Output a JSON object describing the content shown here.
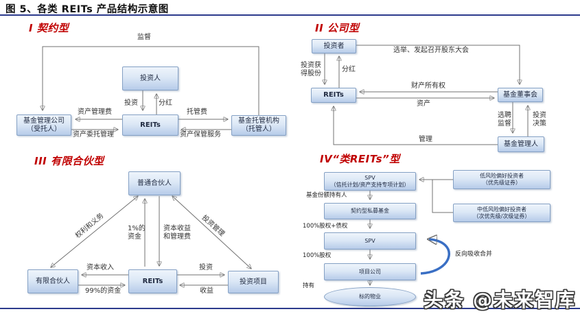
{
  "header": {
    "title": "图 5、各类 REITs 产品结构示意图"
  },
  "watermark": {
    "text": "头条 @未来智库"
  },
  "colors": {
    "accent_red": "#c00000",
    "rule_navy": "#2b3a8c",
    "arrow_blue": "#3a6fc4",
    "node_border": "#84a0c4"
  },
  "sections": {
    "contractual": {
      "heading": "I 契约型",
      "nodes": {
        "investor": "投资人",
        "reits": "REITs",
        "manager": "基金管理公司\n（受托人）",
        "custodian": "基金托管机构\n（托管人）"
      },
      "labels": {
        "supervision": "监督",
        "invest": "投资",
        "dividend": "分红",
        "mgmt_fee": "资产管理费",
        "entrust": "资产委托管理",
        "custody_fee": "托管费",
        "custody_service": "资产保管服务"
      }
    },
    "corporate": {
      "heading": "II 公司型",
      "nodes": {
        "investor": "投资者",
        "reits": "REITs",
        "board": "基金董事会",
        "manager": "基金管理人"
      },
      "labels": {
        "election": "选举、发起召开股东大会",
        "invest_shares": "投资获\n得股份",
        "dividend": "分红",
        "property": "财产所有权",
        "assets": "资产",
        "hire": "选聘\n监督",
        "decision": "投资\n决策",
        "manage": "管理"
      }
    },
    "partnership": {
      "heading": "III 有限合伙型",
      "nodes": {
        "gp": "普通合伙人",
        "lp": "有限合伙人",
        "reits": "REITs",
        "project": "投资项目"
      },
      "labels": {
        "rights": "权利和义务",
        "fund1": "1%的\n资金",
        "capital_gain": "资本收益\n和管理费",
        "invest_mgmt": "投资管理",
        "capital_income": "资本收入",
        "fund99": "99%的资金",
        "invest": "投资",
        "income": "收益"
      }
    },
    "quasi": {
      "heading": "IV“类REITs”型",
      "nodes": {
        "spv1": "SPV\n（信托计划/资产支持专项计划）",
        "private_fund": "契约型私募基金",
        "spv2": "SPV",
        "project_co": "项目公司",
        "property": "标的物业",
        "low_risk": "低风险偏好投资者\n（优先级证券）",
        "mid_risk": "中低风险偏好投资者\n（次优先级/次级证券）"
      },
      "labels": {
        "holders": "基金份额持有人",
        "equity_debt": "100%股权+债权",
        "equity": "100%股权",
        "hold": "持有",
        "reverse_merger": "反向吸收合并"
      }
    }
  }
}
